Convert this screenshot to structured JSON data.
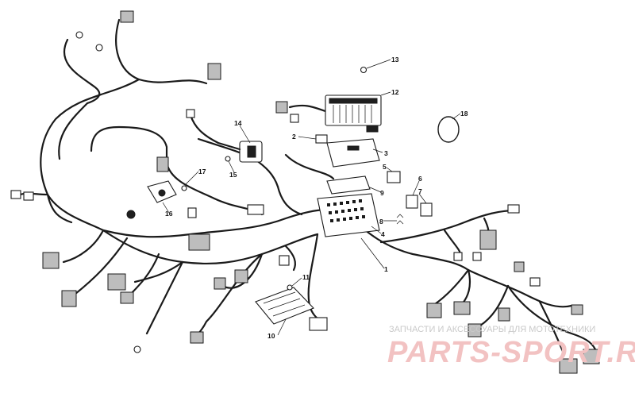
{
  "diagram": {
    "callouts": [
      {
        "id": "c1",
        "label": "1"
      },
      {
        "id": "c2",
        "label": "2"
      },
      {
        "id": "c3",
        "label": "3"
      },
      {
        "id": "c4",
        "label": "4"
      },
      {
        "id": "c5",
        "label": "5"
      },
      {
        "id": "c6",
        "label": "6"
      },
      {
        "id": "c7",
        "label": "7"
      },
      {
        "id": "c8",
        "label": "8"
      },
      {
        "id": "c9",
        "label": "9"
      },
      {
        "id": "c10",
        "label": "10"
      },
      {
        "id": "c11",
        "label": "11"
      },
      {
        "id": "c12",
        "label": "12"
      },
      {
        "id": "c13",
        "label": "13"
      },
      {
        "id": "c14",
        "label": "14"
      },
      {
        "id": "c15",
        "label": "15"
      },
      {
        "id": "c16",
        "label": "16"
      },
      {
        "id": "c17",
        "label": "17"
      },
      {
        "id": "c18",
        "label": "18"
      }
    ]
  },
  "watermark": {
    "caption": "ЗАПЧАСТИ И АКСЕССУАРЫ ДЛЯ МОТОТЕХНИКИ",
    "brand": "PARTS-SPORT.RU",
    "brand_color": "#e89a9a"
  }
}
